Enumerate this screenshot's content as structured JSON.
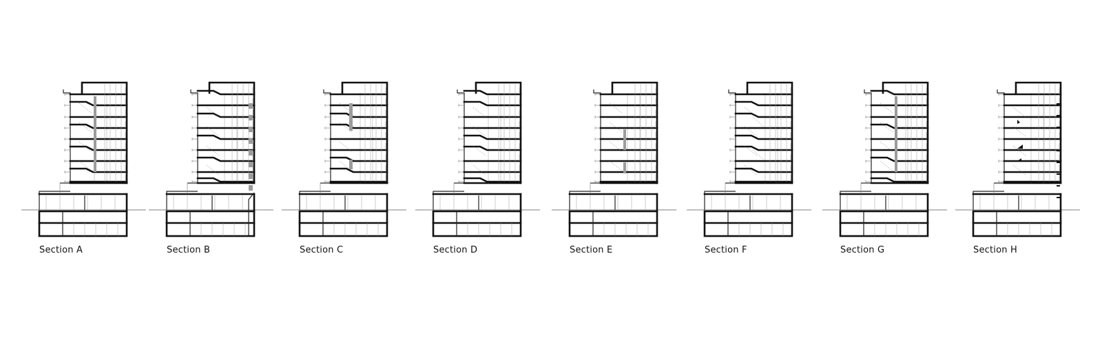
{
  "sections": [
    {
      "label": "Section A",
      "variant": "A"
    },
    {
      "label": "Section B",
      "variant": "B"
    },
    {
      "label": "Section C",
      "variant": "C"
    },
    {
      "label": "Section D",
      "variant": "D"
    },
    {
      "label": "Section E",
      "variant": "E"
    },
    {
      "label": "Section F",
      "variant": "F"
    },
    {
      "label": "Section G",
      "variant": "G"
    },
    {
      "label": "Section H",
      "variant": "H"
    }
  ]
}
